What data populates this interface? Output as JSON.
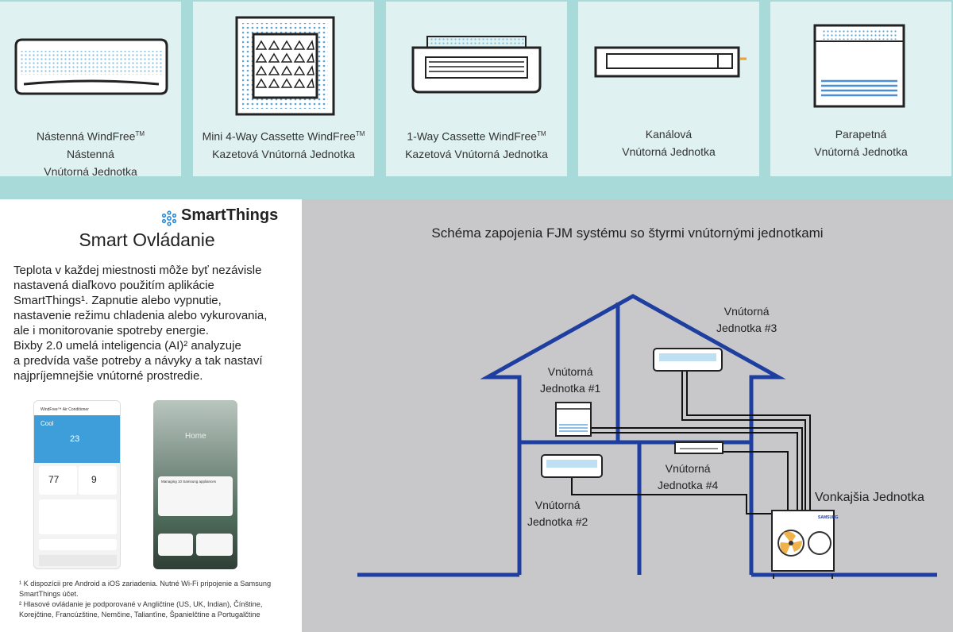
{
  "units": [
    {
      "line1": "Nástenná WindFree",
      "tm": "TM",
      "line2": "Nástenná",
      "line3": "Vnútorná Jednotka"
    },
    {
      "line1": "Mini 4-Way Cassette WindFree",
      "tm": "TM",
      "line2": "Kazetová Vnútorná Jednotka",
      "line3": ""
    },
    {
      "line1": "1-Way Cassette WindFree",
      "tm": "TM",
      "line2": "Kazetová Vnútorná Jednotka",
      "line3": ""
    },
    {
      "line1": "Kanálová",
      "tm": "",
      "line2": "Vnútorná Jednotka",
      "line3": ""
    },
    {
      "line1": "Parapetná",
      "tm": "",
      "line2": "Vnútorná Jednotka",
      "line3": ""
    }
  ],
  "smart": {
    "brand": "SmartThings",
    "title": "Smart Ovládanie",
    "paragraph": [
      "Teplota v každej miestnosti môže byť nezávisle",
      "nastavená diaľkovo použitím aplikácie",
      "SmartThings¹. Zapnutie alebo vypnutie,",
      "nastavenie režimu chladenia alebo vykurovania,",
      "ale i monitorovanie spotreby energie.",
      "Bixby 2.0 umelá inteligencia (AI)² analyzuje",
      "a predvída vaše potreby a návyky a tak nastaví",
      "najpríjemnejšie vnútorné prostredie."
    ],
    "footnotes": [
      "¹ K dispozícii pre Android a iOS zariadenia. Nutné Wi-Fi pripojenie a Samsung",
      "SmartThings účet.",
      "² Hlasové ovládanie je podporované v Angličtine (US, UK, Indian), Čínštine,",
      "Korejčtine, Francúzštine, Nemčine, Talianťine, Španielčtine a Portugalčtine"
    ],
    "phone1": {
      "title": "WindFree™ Air Conditioner",
      "mode": "Cool",
      "temp": "23",
      "indoor": "77",
      "outdoor": "9"
    },
    "phone2": {
      "title": "Home",
      "card": "Managing 10 Samsung appliances"
    }
  },
  "diagram": {
    "title": "Schéma zapojenia FJM systému so štyrmi vnútornými jednotkami",
    "unit1": [
      "Vnútorná",
      "Jednotka #1"
    ],
    "unit2": [
      "Vnútorná",
      "Jednotka #2"
    ],
    "unit3": [
      "Vnútorná",
      "Jednotka #3"
    ],
    "unit4": [
      "Vnútorná",
      "Jednotka #4"
    ],
    "outdoor": "Vonkajšia Jednotka",
    "outdoor_brand": "SAMSUNG"
  },
  "colors": {
    "house": "#1e3fa0",
    "teal_bg": "#a9dada",
    "card_bg": "#dff1f1",
    "diagram_bg": "#c8c8cb",
    "dots": "#9ecde4",
    "fan": "#f0b24a"
  }
}
